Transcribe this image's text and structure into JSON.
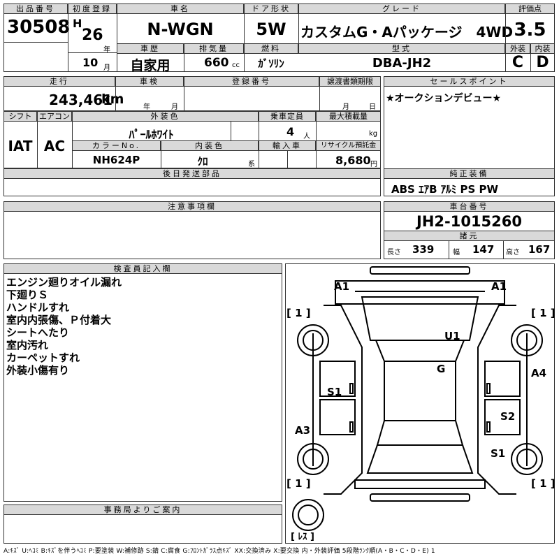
{
  "lot": {
    "label": "出品番号",
    "value": "30508"
  },
  "first_reg": {
    "label": "初度登録",
    "era": "H",
    "year": "26",
    "year_unit": "年",
    "month": "10",
    "month_unit": "月"
  },
  "model_name": {
    "label": "車名",
    "value": "N-WGN"
  },
  "doors": {
    "label": "ドア形状",
    "value": "5W"
  },
  "grade": {
    "label": "グレード",
    "value": "カスタムG・Aパッケージ　4WD"
  },
  "score": {
    "label": "評価点",
    "value": "3.5",
    "exterior_label": "外装",
    "exterior": "C",
    "interior_label": "内装",
    "interior": "D"
  },
  "history": {
    "label": "車歴",
    "value": "自家用"
  },
  "displacement": {
    "label": "排気量",
    "value": "660",
    "unit": "cc"
  },
  "fuel": {
    "label": "燃料",
    "value": "ｶﾞｿﾘﾝ"
  },
  "type": {
    "label": "型式",
    "value": "DBA-JH2"
  },
  "mileage": {
    "label": "走行",
    "value": "243,461",
    "unit": "km"
  },
  "inspection": {
    "label": "車検",
    "year_unit": "年",
    "month_unit": "月"
  },
  "registration": {
    "label": "登録番号"
  },
  "transfer": {
    "label": "譲渡書類期限",
    "month_unit": "月",
    "day_unit": "日"
  },
  "sales_point": {
    "label": "セールスポイント",
    "text": "★オークションデビュー★"
  },
  "shift": {
    "label": "シフト",
    "value": "IAT"
  },
  "aircon": {
    "label": "エアコン",
    "value": "AC"
  },
  "ext_color": {
    "label": "外装色",
    "value": "ﾊﾟｰﾙﾎﾜｲﾄ"
  },
  "capacity": {
    "label": "乗車定員",
    "value": "4",
    "unit": "人"
  },
  "max_load": {
    "label": "最大積載量",
    "unit": "kg"
  },
  "color_no": {
    "label": "カラーNo.",
    "value": "NH624P"
  },
  "int_color": {
    "label": "内装色",
    "value": "ｸﾛ",
    "unit": "系"
  },
  "import": {
    "label": "輸入車"
  },
  "recycle": {
    "label": "リサイクル預託金",
    "value": "8,680",
    "unit": "円"
  },
  "later_parts": {
    "label": "後日発送部品"
  },
  "equipment": {
    "label": "純正装備",
    "value": "ABS ｴｱB ｱﾙﾐ PS PW"
  },
  "caution": {
    "label": "注意事項欄"
  },
  "chassis": {
    "label": "車台番号",
    "value": "JH2-1015260",
    "spec_label": "諸元",
    "length_label": "長さ",
    "length": "339",
    "width_label": "幅",
    "width": "147",
    "height_label": "高さ",
    "height": "167"
  },
  "inspector": {
    "label": "検査員記入欄",
    "notes": [
      "エンジン廻りオイル漏れ",
      "下廻りＳ",
      "ハンドルすれ",
      "室内内張傷、Ｐ付着大",
      "シートへたり",
      "室内汚れ",
      "カーペットすれ",
      "外装小傷有り"
    ]
  },
  "office": {
    "label": "事務局よりご案内"
  },
  "diagram_marks": {
    "a1_left": "A1",
    "a1_right": "A1",
    "u1": "U1",
    "g": "G",
    "s1_left": "S1",
    "a4": "A4",
    "a3": "A3",
    "s2": "S2",
    "s1_right": "S1",
    "tire_fl": "[ 1 ]",
    "tire_fr": "[ 1 ]",
    "tire_rl": "[ 1 ]",
    "tire_rr": "[ 1 ]",
    "spare": "[ ﾚｽ ]"
  },
  "legend": "A:ｷｽﾞ U:ﾍｺﾐ B:ｷｽﾞを伴うﾍｺﾐ P:要塗装 W:補修跡 S:錆 C:腐食 G:ﾌﾛﾝﾄｶﾞﾗｽ点ｷｽﾞ XX:交換済み X:要交換 内・外装評価 5段階ﾗﾝｸ順(A・B・C・D・E) 1"
}
